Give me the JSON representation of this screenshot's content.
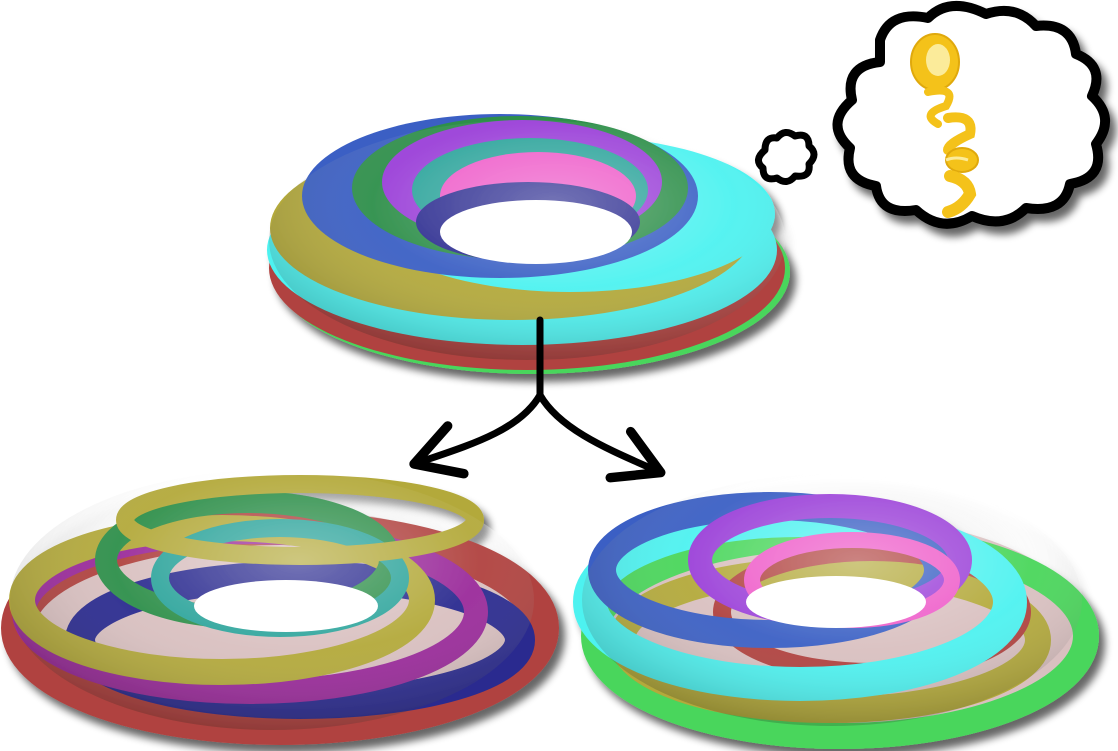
{
  "figure": {
    "background": "#ffffff",
    "top_torus": {
      "bands": [
        {
          "name": "cyan",
          "color": "#4ef2f0"
        },
        {
          "name": "olive",
          "color": "#b3a93a"
        },
        {
          "name": "blue",
          "color": "#3a5fc4"
        },
        {
          "name": "green",
          "color": "#2e8f4a"
        },
        {
          "name": "purple",
          "color": "#9a3fd8"
        },
        {
          "name": "teal",
          "color": "#2aa39a"
        },
        {
          "name": "pink",
          "color": "#ee58c8"
        },
        {
          "name": "red",
          "color": "#b0423f"
        },
        {
          "name": "bright-green",
          "color": "#49d65b"
        }
      ]
    },
    "split_arrow": {
      "stroke": "#000000",
      "branches": [
        "left",
        "right"
      ]
    },
    "thought_bubble": {
      "contents": "lemon-peel-spiral-icon",
      "peel_color": "#f4c21a",
      "outline": "#000000"
    },
    "bottom_left_torus": {
      "strip_colors": [
        "#b3a93a",
        "#2e8f4a",
        "#2aa39a",
        "#9a2a9a",
        "#2a2a8f",
        "#b0423f",
        "#d9c0c0"
      ]
    },
    "bottom_right_torus": {
      "strip_colors": [
        "#4ef2f0",
        "#3a5fc4",
        "#9a3fd8",
        "#ee58c8",
        "#b3a93a",
        "#49d65b",
        "#b0423f",
        "#d9c0c0"
      ]
    }
  }
}
